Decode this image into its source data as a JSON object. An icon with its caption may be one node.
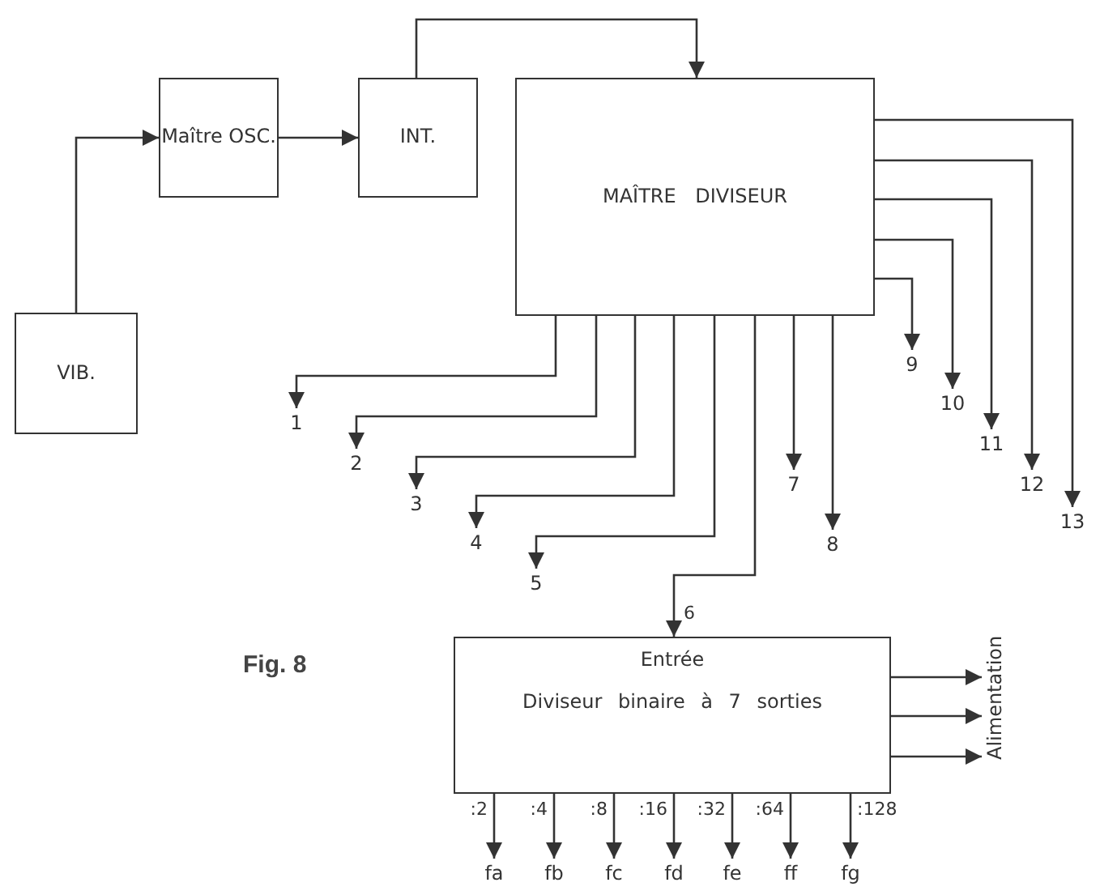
{
  "diagram": {
    "nodes": [
      {
        "text": [
          "VIB."
        ]
      },
      {
        "text": [
          "Maître OSC."
        ]
      },
      {
        "text": [
          "INT."
        ]
      },
      {
        "text": [
          "MAÎTRE DIVISEUR"
        ]
      },
      {
        "text": [
          "Entrée",
          "Diviseur binaire à 7 sorties"
        ]
      },
      {
        "text": [
          "1"
        ]
      },
      {
        "text": [
          "2"
        ]
      },
      {
        "text": [
          "3"
        ]
      },
      {
        "text": [
          "4"
        ]
      },
      {
        "text": [
          "5"
        ]
      },
      {
        "text": [
          "7"
        ]
      },
      {
        "text": [
          "8"
        ]
      },
      {
        "text": [
          "9"
        ]
      },
      {
        "text": [
          "10"
        ]
      },
      {
        "text": [
          "11"
        ]
      },
      {
        "text": [
          "12"
        ]
      },
      {
        "text": [
          "13"
        ]
      },
      {
        "text": [
          "fa"
        ]
      },
      {
        "text": [
          "fb"
        ]
      },
      {
        "text": [
          "fc"
        ]
      },
      {
        "text": [
          "fd"
        ]
      },
      {
        "text": [
          "fe"
        ]
      },
      {
        "text": [
          "ff"
        ]
      },
      {
        "text": [
          "fg"
        ]
      },
      {
        "text": [
          "Alimentation"
        ]
      }
    ],
    "edges": [
      {
        "from": 0,
        "to": 1,
        "arrow": "to"
      },
      {
        "from": 1,
        "to": 2,
        "arrow": "to"
      },
      {
        "from": 2,
        "to": 3,
        "arrow": "to"
      },
      {
        "from": 3,
        "to": 5,
        "arrow": "to"
      },
      {
        "from": 3,
        "to": 6,
        "arrow": "to"
      },
      {
        "from": 3,
        "to": 7,
        "arrow": "to"
      },
      {
        "from": 3,
        "to": 8,
        "arrow": "to"
      },
      {
        "from": 3,
        "to": 9,
        "arrow": "to"
      },
      {
        "from": 3,
        "to": 4,
        "arrow": "to",
        "label": "6"
      },
      {
        "from": 3,
        "to": 10,
        "arrow": "to"
      },
      {
        "from": 3,
        "to": 11,
        "arrow": "to"
      },
      {
        "from": 3,
        "to": 12,
        "arrow": "to"
      },
      {
        "from": 3,
        "to": 13,
        "arrow": "to"
      },
      {
        "from": 3,
        "to": 14,
        "arrow": "to"
      },
      {
        "from": 3,
        "to": 15,
        "arrow": "to"
      },
      {
        "from": 3,
        "to": 16,
        "arrow": "to"
      },
      {
        "from": 4,
        "to": 17,
        "arrow": "to",
        "label": ":2"
      },
      {
        "from": 4,
        "to": 18,
        "arrow": "to",
        "label": ":4"
      },
      {
        "from": 4,
        "to": 19,
        "arrow": "to",
        "label": ":8"
      },
      {
        "from": 4,
        "to": 20,
        "arrow": "to",
        "label": ":16"
      },
      {
        "from": 4,
        "to": 21,
        "arrow": "to",
        "label": ":32"
      },
      {
        "from": 4,
        "to": 22,
        "arrow": "to",
        "label": ":64"
      },
      {
        "from": 4,
        "to": 23,
        "arrow": "to",
        "label": ":128"
      },
      {
        "from": 4,
        "to": 24,
        "arrow": "to"
      },
      {
        "from": 4,
        "to": 24,
        "arrow": "to"
      },
      {
        "from": 4,
        "to": 24,
        "arrow": "to"
      }
    ],
    "labels": [
      "Fig. 8"
    ]
  }
}
